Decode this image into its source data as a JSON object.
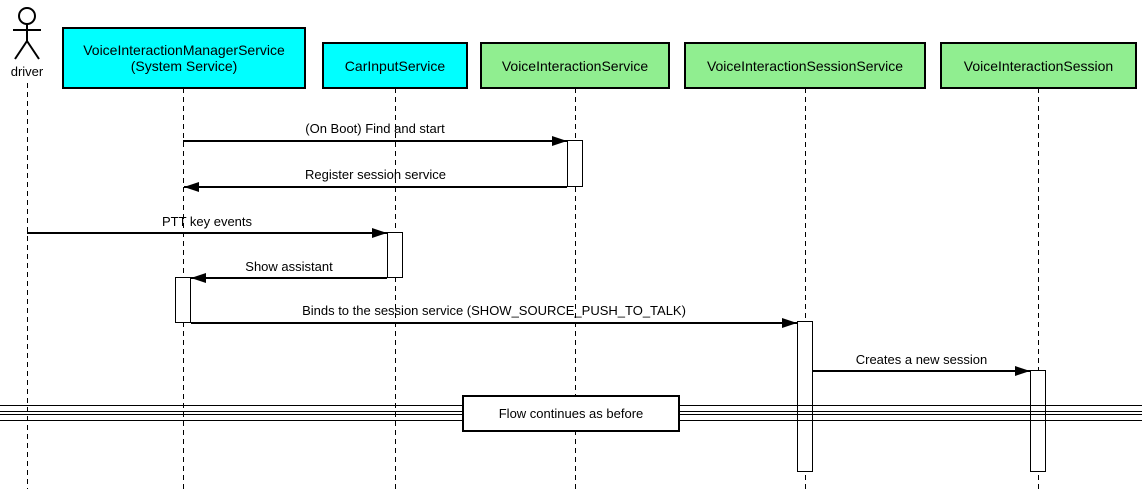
{
  "actor": {
    "label": "driver"
  },
  "participants": [
    {
      "id": "voice-interaction-manager-service",
      "label": "VoiceInteractionManagerService\n(System Service)",
      "fill": "#00FFFF"
    },
    {
      "id": "car-input-service",
      "label": "CarInputService",
      "fill": "#00FFFF"
    },
    {
      "id": "voice-interaction-service",
      "label": "VoiceInteractionService",
      "fill": "#90EE90"
    },
    {
      "id": "voice-interaction-session-service",
      "label": "VoiceInteractionSessionService",
      "fill": "#90EE90"
    },
    {
      "id": "voice-interaction-session",
      "label": "VoiceInteractionSession",
      "fill": "#90EE90"
    }
  ],
  "messages": [
    {
      "label": "(On Boot) Find and start",
      "from": "voice-interaction-manager-service",
      "to": "voice-interaction-service",
      "direction": "right"
    },
    {
      "label": "Register session service",
      "from": "voice-interaction-service",
      "to": "voice-interaction-manager-service",
      "direction": "left"
    },
    {
      "label": "PTT key events",
      "from": "driver",
      "to": "car-input-service",
      "direction": "right"
    },
    {
      "label": "Show assistant",
      "from": "car-input-service",
      "to": "voice-interaction-manager-service",
      "direction": "left"
    },
    {
      "label": "Binds to the session service (SHOW_SOURCE_PUSH_TO_TALK)",
      "from": "voice-interaction-manager-service",
      "to": "voice-interaction-session-service",
      "direction": "right"
    },
    {
      "label": "Creates a new session",
      "from": "voice-interaction-session-service",
      "to": "voice-interaction-session",
      "direction": "right"
    }
  ],
  "divider": {
    "label": "Flow continues as before"
  },
  "colors": {
    "participant_cyan": "#00FFFF",
    "participant_green": "#90EE90",
    "line": "#000000",
    "background": "#FFFFFF"
  }
}
